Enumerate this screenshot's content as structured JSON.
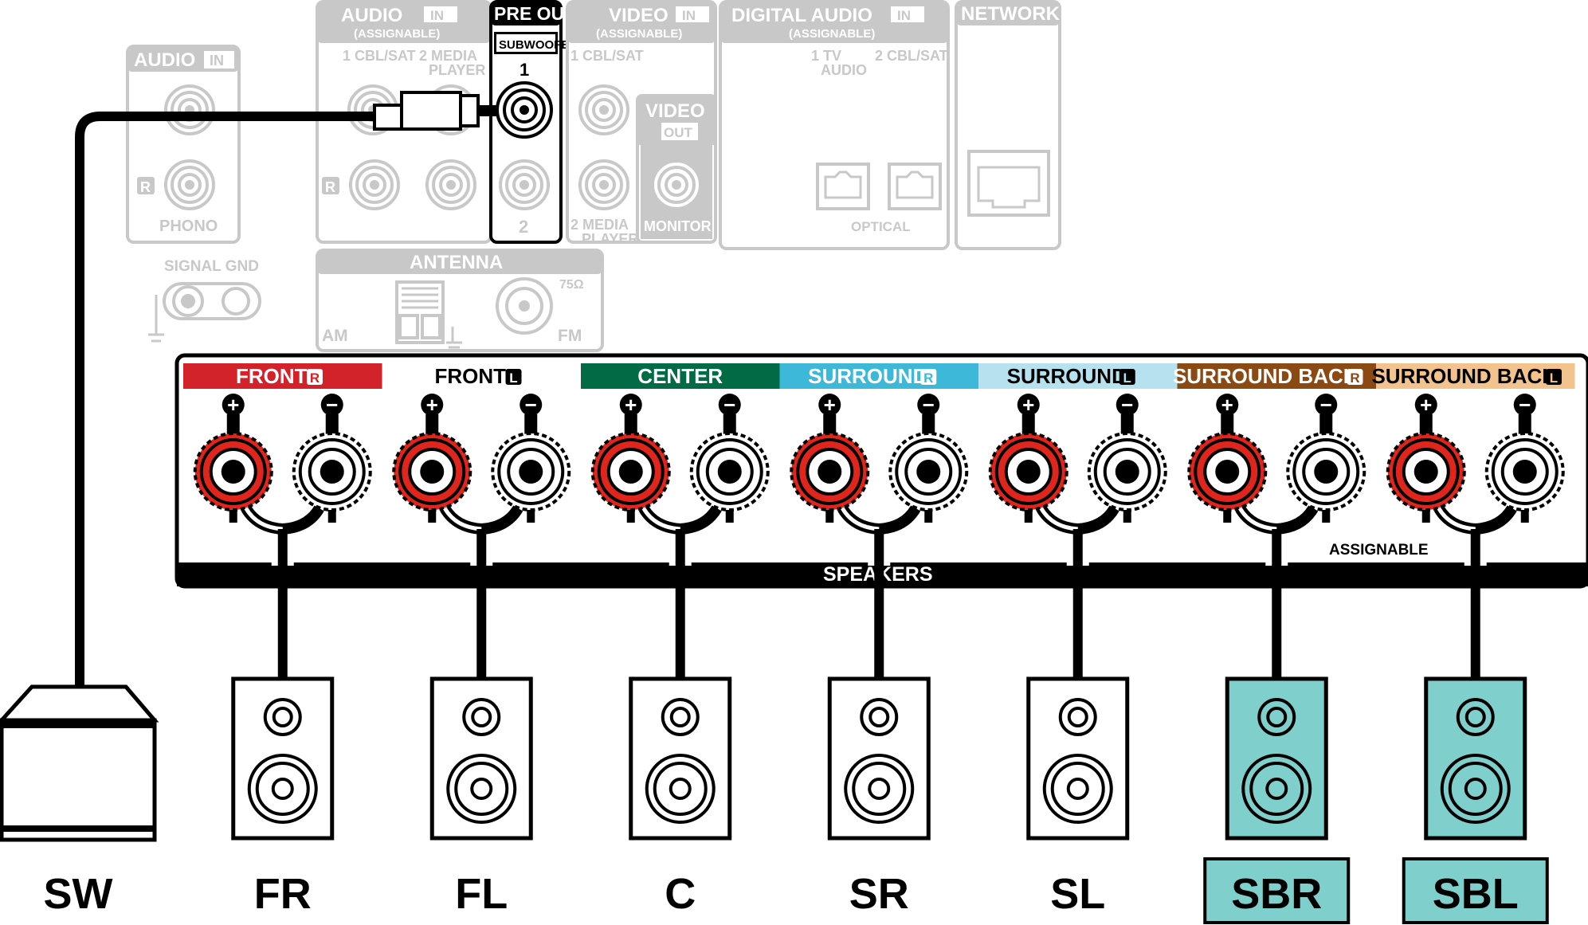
{
  "panel": {
    "audio_in_left": {
      "title": "AUDIO",
      "badge": "IN",
      "r_mark": "R",
      "phono": "PHONO",
      "signal_gnd": "SIGNAL GND"
    },
    "audio_in": {
      "title": "AUDIO",
      "badge": "IN",
      "sub": "(ASSIGNABLE)",
      "port1": "1 CBL/SAT",
      "port2a": "2  MEDIA",
      "port2b": "PLAYER",
      "r_mark": "R"
    },
    "pre_out": {
      "title": "PRE OUT",
      "sub": "SUBWOOFER",
      "port1": "1",
      "port2": "2"
    },
    "video_in": {
      "title": "VIDEO",
      "badge": "IN",
      "sub": "(ASSIGNABLE)",
      "port1": "1 CBL/SAT",
      "port2a": "2  MEDIA",
      "port2b": "PLAYER"
    },
    "video_out": {
      "title": "VIDEO",
      "badge": "OUT",
      "monitor": "MONITOR"
    },
    "digital_audio": {
      "title": "DIGITAL AUDIO",
      "badge": "IN",
      "sub": "(ASSIGNABLE)",
      "port1a": "1    TV",
      "port1b": "AUDIO",
      "port2": "2 CBL/SAT",
      "optical": "OPTICAL"
    },
    "network": {
      "title": "NETWORK"
    },
    "antenna": {
      "title": "ANTENNA",
      "am": "AM",
      "fm": "FM",
      "ohm": "75Ω"
    }
  },
  "speakers_panel": {
    "label": "SPEAKERS",
    "assignable": "ASSIGNABLE",
    "plus": "+",
    "minus": "−",
    "channels": [
      {
        "name": "FRONT",
        "side": "R",
        "color": "#d2232a",
        "text_color": "#ffffff"
      },
      {
        "name": "FRONT",
        "side": "L",
        "color": "#ffffff",
        "text_color": "#000000"
      },
      {
        "name": "CENTER",
        "side": "",
        "color": "#006b45",
        "text_color": "#ffffff"
      },
      {
        "name": "SURROUND",
        "side": "R",
        "color": "#3db8d8",
        "text_color": "#ffffff"
      },
      {
        "name": "SURROUND",
        "side": "L",
        "color": "#b6e1ef",
        "text_color": "#000000"
      },
      {
        "name": "SURROUND BACK",
        "side": "R",
        "color": "#8b4a14",
        "text_color": "#ffffff"
      },
      {
        "name": "SURROUND BACK",
        "side": "L",
        "color": "#f2c38c",
        "text_color": "#000000"
      }
    ]
  },
  "speakers": [
    {
      "label": "SW",
      "kind": "subwoofer",
      "highlight": false
    },
    {
      "label": "FR",
      "kind": "speaker",
      "highlight": false
    },
    {
      "label": "FL",
      "kind": "speaker",
      "highlight": false
    },
    {
      "label": "C",
      "kind": "speaker",
      "highlight": false
    },
    {
      "label": "SR",
      "kind": "speaker",
      "highlight": false
    },
    {
      "label": "SL",
      "kind": "speaker",
      "highlight": false
    },
    {
      "label": "SBR",
      "kind": "speaker",
      "highlight": true
    },
    {
      "label": "SBL",
      "kind": "speaker",
      "highlight": true
    }
  ],
  "colors": {
    "grey_panel": "#c8c8c8",
    "terminal_red": "#e0261c",
    "highlight_teal": "#7fd0cc"
  }
}
